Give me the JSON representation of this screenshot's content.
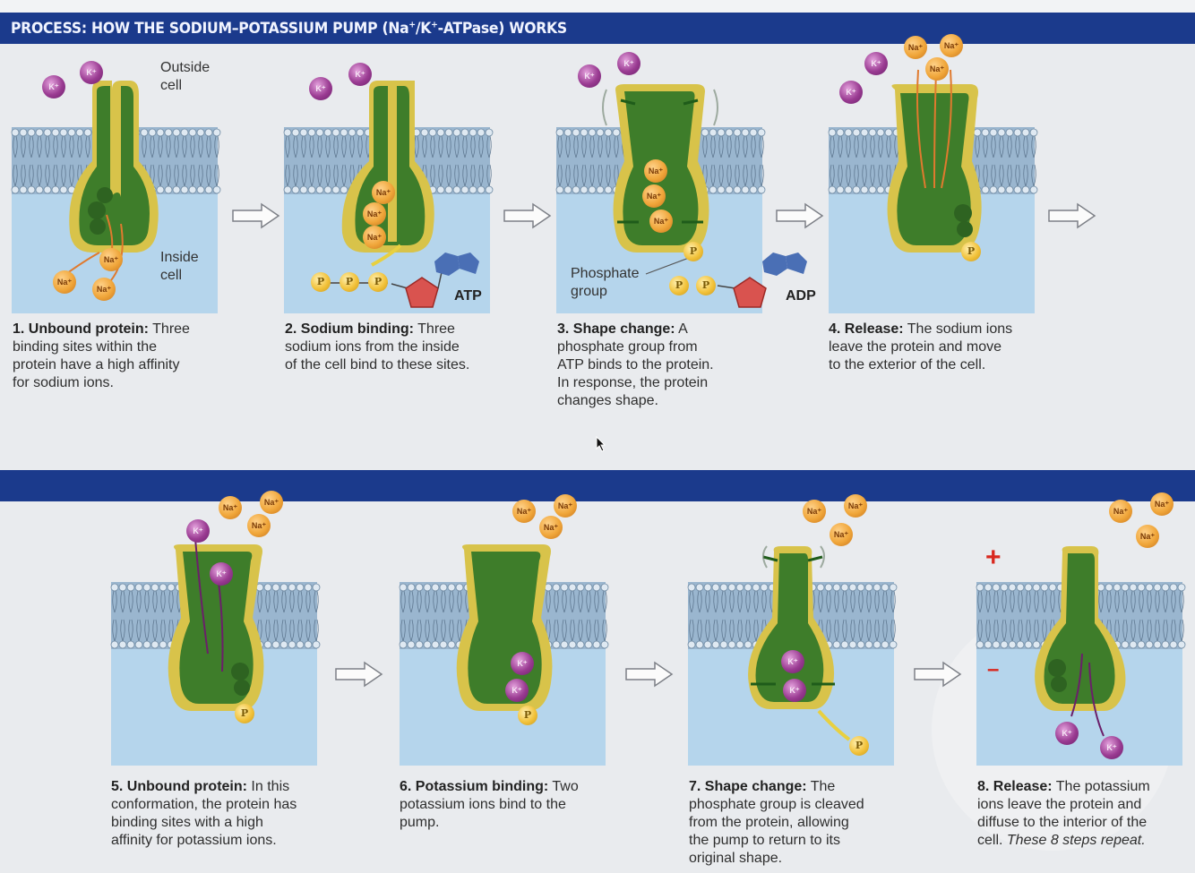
{
  "header": {
    "title_prefix": "PROCESS: HOW THE SODIUM–POTASSIUM PUMP (Na",
    "title_mid": "/K",
    "title_suffix": "-ATPase) WORKS",
    "superscript": "+"
  },
  "labels": {
    "outside": "Outside",
    "cell": "cell",
    "inside": "Inside",
    "phosphate": "Phosphate",
    "group": "group",
    "atp": "ATP",
    "adp": "ADP",
    "na": "Na⁺",
    "k": "K⁺",
    "p": "P",
    "plus": "+",
    "minus": "–"
  },
  "steps": [
    {
      "title": "1. Unbound protein:",
      "lines": [
        " Three",
        "binding sites within the",
        "protein have a high affinity",
        "for sodium ions."
      ]
    },
    {
      "title": "2. Sodium binding:",
      "lines": [
        " Three",
        "sodium ions from the inside",
        "of the cell bind to these sites."
      ]
    },
    {
      "title": "3. Shape change:",
      "lines": [
        " A",
        "phosphate group from",
        "ATP binds to the protein.",
        "In response, the protein",
        "changes shape."
      ]
    },
    {
      "title": "4. Release:",
      "lines": [
        " The sodium ions",
        "leave the protein and move",
        "to the exterior of the cell."
      ]
    },
    {
      "title": "5. Unbound protein:",
      "lines": [
        " In this",
        "conformation, the protein has",
        "binding sites with a high",
        "affinity for potassium ions."
      ]
    },
    {
      "title": "6. Potassium binding:",
      "lines": [
        " Two",
        "potassium ions bind to the",
        "pump."
      ]
    },
    {
      "title": "7. Shape change:",
      "lines": [
        " The",
        "phosphate group is cleaved",
        "from the protein, allowing",
        "the pump to return to its",
        "original shape."
      ]
    },
    {
      "title": "8. Release:",
      "lines": [
        " The potassium",
        "ions leave the protein and",
        "diffuse to the interior of the"
      ],
      "last_plain": "cell. ",
      "last_italic": "These 8 steps repeat."
    }
  ],
  "colors": {
    "header": "#1b3a8c",
    "membrane_bg": "#a9cde6",
    "protein": "#3e7d2a",
    "protein_edge": "#d8c34a",
    "sodium": "#f0a63a",
    "potassium": "#9a3b92",
    "phosphate": "#f2c23a",
    "ribose": "#d9534f",
    "adenine": "#4a6fb5"
  }
}
